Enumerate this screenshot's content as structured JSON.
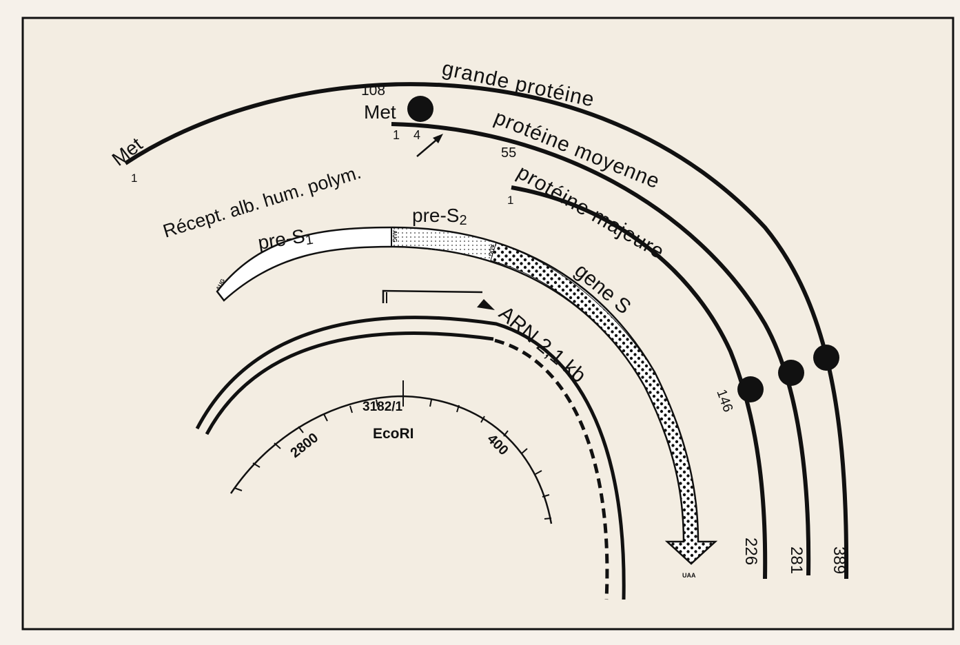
{
  "labels": {
    "grande": "grande protéine",
    "moyenne": "protéine moyenne",
    "majeure": "protéine majeure",
    "recept": "Récept. alb. hum. polym.",
    "preS1_base": "pre-S",
    "preS1_sub": "1",
    "preS2_base": "pre-S",
    "preS2_sub": "2",
    "geneS": "gene S",
    "arn": "ARN 2,1 kb",
    "ecori": "EcoRI"
  },
  "numbers": {
    "met_grande": "Met",
    "one_grande": "1",
    "n108": "108",
    "met_moyenne": "Met",
    "one_moyenne": "1",
    "four": "4",
    "n55": "55",
    "one_majeure": "1",
    "n146": "146",
    "n226": "226",
    "n281": "281",
    "n389": "389",
    "scale_top": "3182/1",
    "scale_2800": "2800",
    "scale_400": "400"
  },
  "codons": {
    "start1": "AUG",
    "start2": "AUG",
    "start3": "AUG",
    "stop": "UAA"
  },
  "colors": {
    "background": "#f6f1ea",
    "ink": "#111111",
    "bar_fill": "#ffffff"
  }
}
